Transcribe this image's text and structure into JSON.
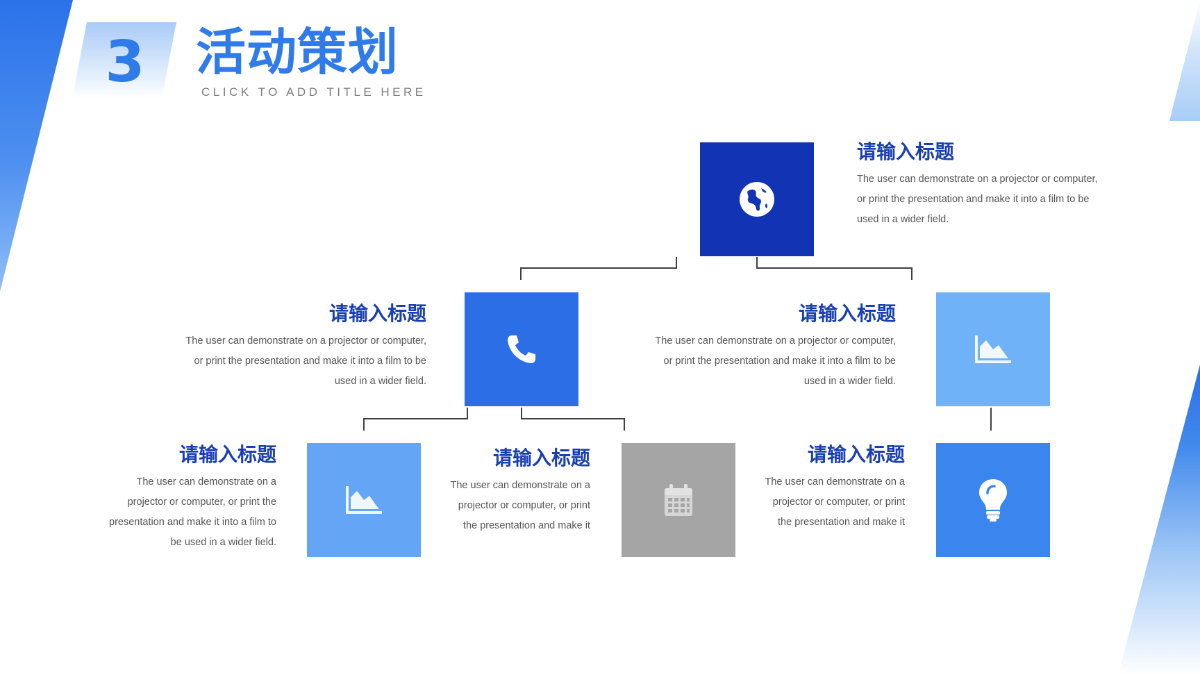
{
  "header": {
    "number": "3",
    "title": "活动策划",
    "subtitle": "CLICK TO ADD TITLE HERE"
  },
  "colors": {
    "brand_blue": "#2f7be9",
    "dark_blue": "#1234b4",
    "mid_blue": "#2b6ee6",
    "light_blue": "#6fb2f7",
    "soft_blue": "#65a5f5",
    "gray": "#a5a5a5",
    "heading_blue": "#1a3fb0",
    "connector": "#404040"
  },
  "nodes": [
    {
      "id": "top",
      "icon": "globe-icon",
      "heading": "请输入标题",
      "text": "The user can demonstrate on a projector or computer, or print the presentation and make it into a film to be used in a wider field."
    },
    {
      "id": "middle-left",
      "icon": "phone-icon",
      "heading": "请输入标题",
      "text": "The user can demonstrate on a projector or computer, or print the presentation and make it into a film to be used in a wider field."
    },
    {
      "id": "middle-right",
      "icon": "area-chart-icon",
      "heading": "请输入标题",
      "text": "The user can demonstrate on a projector or computer, or print the presentation and make it into a film to be used in a wider field."
    },
    {
      "id": "bottom-left",
      "icon": "area-chart-icon",
      "heading": "请输入标题",
      "text": "The user can demonstrate on a projector or computer, or print the presentation and make it into a film to be used in a wider field."
    },
    {
      "id": "bottom-middle",
      "icon": "calendar-icon",
      "heading": "请输入标题",
      "text": "The user can demonstrate on a projector or computer, or print the presentation and make it"
    },
    {
      "id": "bottom-right",
      "icon": "lightbulb-icon",
      "heading": "请输入标题",
      "text": "The user can demonstrate on a projector or computer, or print the presentation and make it"
    }
  ]
}
